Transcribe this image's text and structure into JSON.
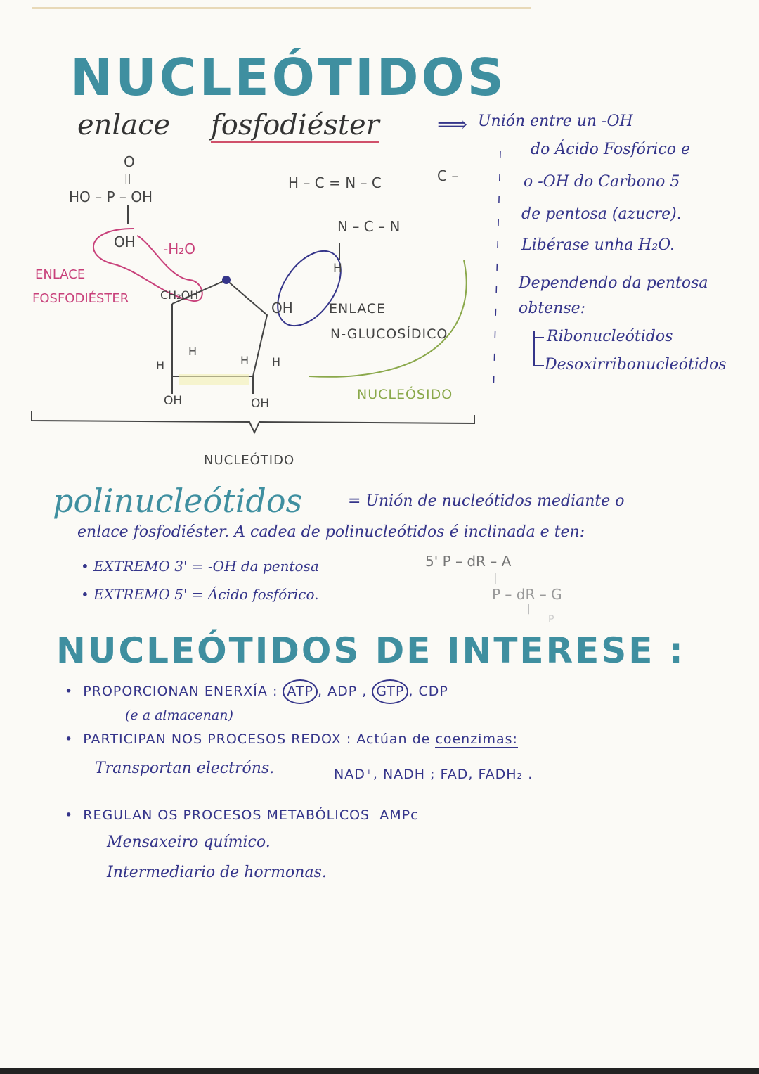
{
  "title": "NUCLEÓTIDOS",
  "bond": {
    "heading_prefix": "enlace",
    "heading_term": "fosfodiéster",
    "arrow": "⟹",
    "definition": [
      "Unión entre un -OH",
      "do Ácido Fosfórico e",
      "o -OH do Carbono 5",
      "de pentosa (azucre).",
      "Libérase unha H₂O."
    ],
    "depending": [
      "Dependendo da pentosa",
      "obtense:"
    ],
    "types": [
      "Ribonucleótidos",
      "Desoxirribonucleótidos"
    ]
  },
  "diagram": {
    "phosphate_o": "O",
    "phosphate_dbl": "||",
    "phosphate": "HO – P – OH",
    "phosphate_oh": "OH",
    "water": "-H₂O",
    "phosphodiester_label": [
      "ENLACE",
      "FOSFODIÉSTER"
    ],
    "ch2oh": "CH₂OH",
    "base_top": "H – C = N – C",
    "base_c": "C –",
    "base_bottom": "N – C – N",
    "base_h": "H",
    "sugar_oh_right": "OH",
    "sugar_h": [
      "H",
      "H",
      "H",
      "H"
    ],
    "sugar_oh_bottom": [
      "OH",
      "OH"
    ],
    "glycosidic_label": [
      "ENLACE",
      "N-GLUCOSÍDICO"
    ],
    "nucleoside_label": "NUCLEÓSIDO",
    "nucleotide_label": "NUCLEÓTIDO",
    "colors": {
      "pink": "#c8407a",
      "green": "#8aa84a",
      "teal": "#3f8fa0",
      "ink": "#35358a"
    }
  },
  "poly": {
    "term": "polinucleótidos",
    "definition_1": "= Unión de nucleótidos mediante o",
    "definition_2": "enlace fosfodiéster. A cadea de polinucleótidos é inclinada e ten:",
    "ends": [
      "• EXTREMO 3' = -OH da pentosa",
      "• EXTREMO 5' = Ácido fosfórico."
    ],
    "chain": [
      "5'  P – dR – A",
      "|",
      "P – dR – G",
      "|",
      "P"
    ]
  },
  "interest": {
    "title": "NUCLEÓTIDOS DE INTERESE :",
    "items": [
      {
        "label": "PROPORCIONAN ENERXÍA :",
        "sub": "(e a almacenan)",
        "values": [
          "ATP",
          ", ADP ,",
          "GTP",
          ", CDP"
        ]
      },
      {
        "label": "PARTICIPAN NOS PROCESOS REDOX : Actúan de",
        "term": "coenzimas:",
        "line2": "Transportan electróns.",
        "values": "NAD⁺, NADH  ;  FAD, FADH₂ ."
      },
      {
        "label": "REGULAN OS PROCESOS METABÓLICOS",
        "value": "AMPc",
        "lines": [
          "Mensaxeiro químico.",
          "Intermediario de hormonas."
        ]
      }
    ]
  }
}
